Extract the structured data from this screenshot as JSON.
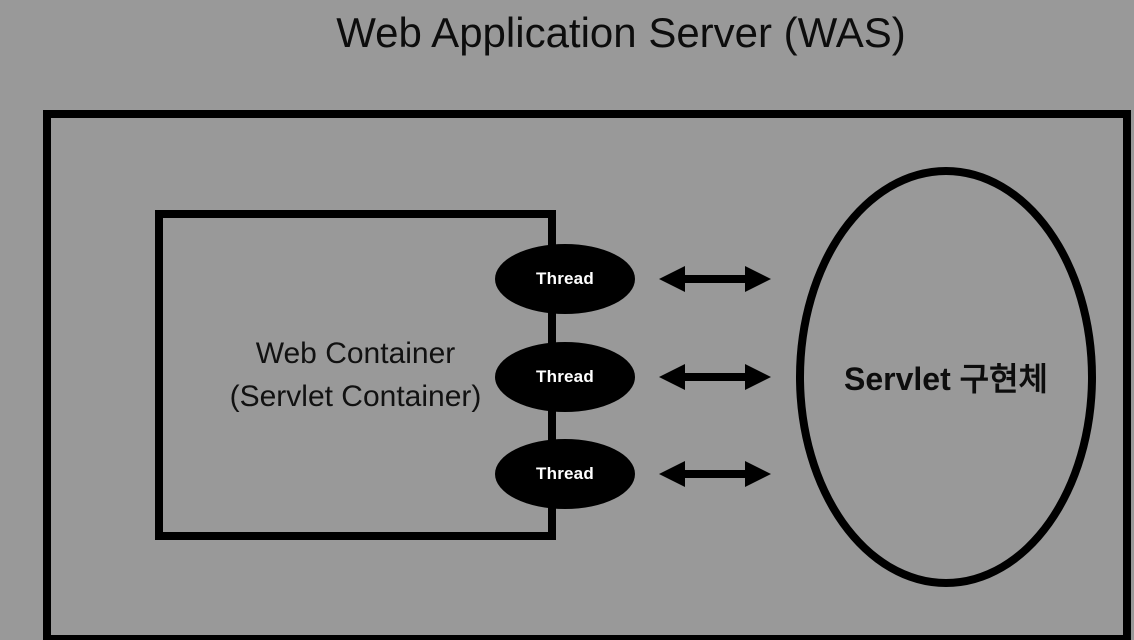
{
  "title": "Web Application Server (WAS)",
  "colors": {
    "background": "#999999",
    "shape_stroke": "#000000",
    "thread_fill": "#000000",
    "thread_text": "#ffffff",
    "label_text": "#0d0d0d"
  },
  "diagram": {
    "outer_box": {
      "name": "was-boundary"
    },
    "web_container": {
      "label_line1": "Web Container",
      "label_line2": "(Servlet Container)"
    },
    "threads": [
      {
        "label": "Thread"
      },
      {
        "label": "Thread"
      },
      {
        "label": "Thread"
      }
    ],
    "arrows": {
      "count": 3,
      "type": "double-headed"
    },
    "servlet": {
      "label": "Servlet 구현체"
    }
  }
}
